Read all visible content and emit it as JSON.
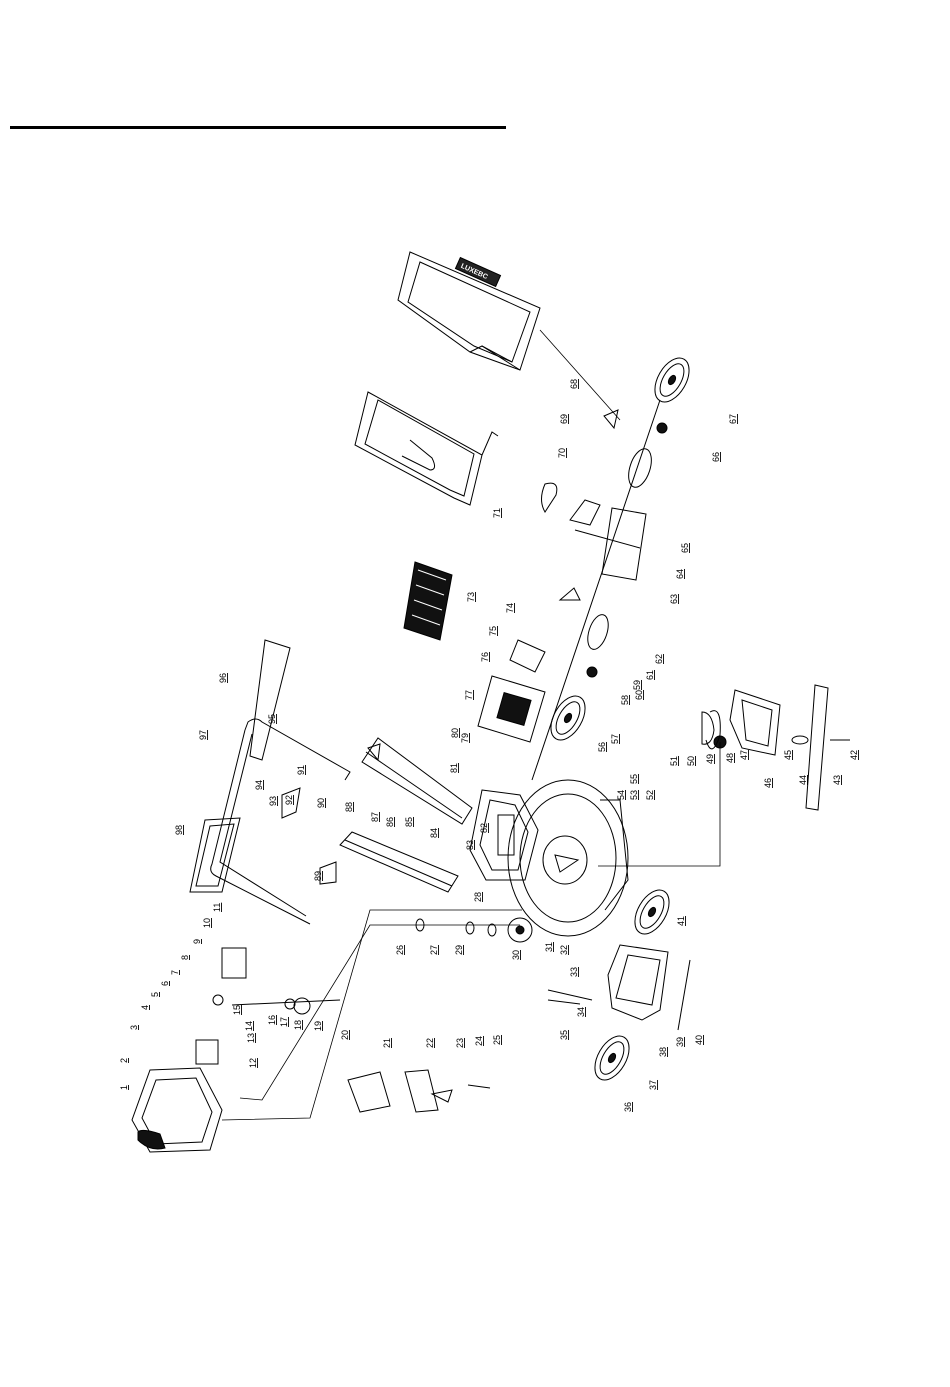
{
  "diagram": {
    "type": "exploded-parts-diagram",
    "title": "",
    "orientation": "rotated -90deg",
    "bag_logo": "LUXEBC",
    "callouts": [
      "1",
      "2",
      "3",
      "4",
      "5",
      "6",
      "7",
      "8",
      "9",
      "10",
      "11",
      "12",
      "13",
      "14",
      "15",
      "16",
      "17",
      "18",
      "19",
      "20",
      "21",
      "22",
      "23",
      "24",
      "25",
      "26",
      "27",
      "28",
      "29",
      "30",
      "31",
      "32",
      "33",
      "34",
      "35",
      "36",
      "37",
      "38",
      "39",
      "40",
      "41",
      "42",
      "43",
      "44",
      "45",
      "46",
      "47",
      "48",
      "49",
      "50",
      "51",
      "52",
      "53",
      "54",
      "55",
      "56",
      "57",
      "58",
      "59",
      "60",
      "61",
      "62",
      "63",
      "64",
      "65",
      "66",
      "67",
      "68",
      "69",
      "70",
      "71",
      "73",
      "74",
      "75",
      "76",
      "77",
      "79",
      "80",
      "81",
      "82",
      "83",
      "84",
      "85",
      "86",
      "87",
      "88",
      "89",
      "90",
      "91",
      "92",
      "93",
      "94",
      "95",
      "96",
      "97",
      "98"
    ]
  }
}
